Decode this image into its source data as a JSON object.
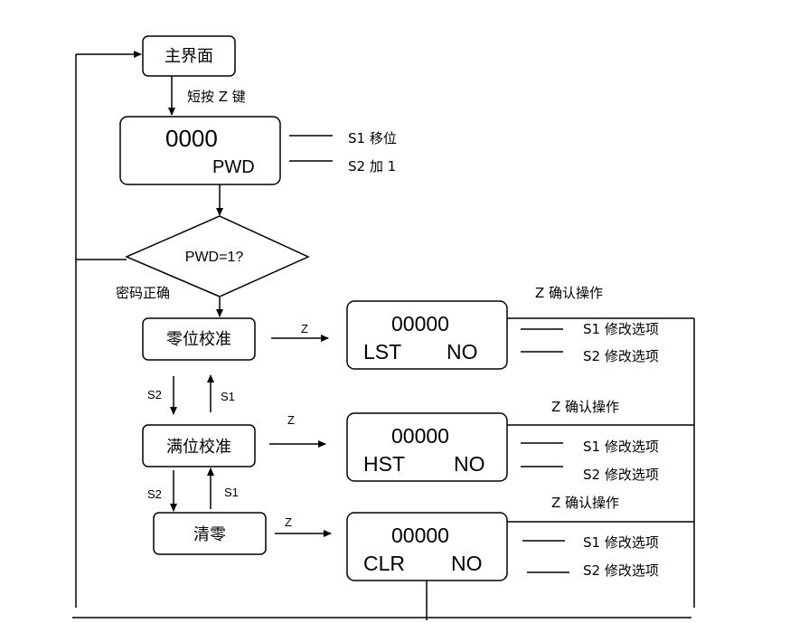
{
  "main_menu": "主界面",
  "short_press": "短按 Z 键",
  "pwd_display": {
    "digits": "0000",
    "label": "PWD"
  },
  "pwd_side": {
    "s1": "S1 移位",
    "s2": "S2 加 1"
  },
  "decision": "PWD=1?",
  "password_correct": "密码正确",
  "states": {
    "zero": "零位校准",
    "full": "满位校准",
    "clear": "清零"
  },
  "nav": {
    "s1": "S1",
    "s2": "S2",
    "z": "Z"
  },
  "screens": [
    {
      "digits": "00000",
      "mode": "LST",
      "value": "NO",
      "confirm": "Z 确认操作",
      "s1": "S1 修改选项",
      "s2": "S2 修改选项"
    },
    {
      "digits": "00000",
      "mode": "HST",
      "value": "NO",
      "confirm": "Z 确认操作",
      "s1": "S1 修改选项",
      "s2": "S2 修改选项"
    },
    {
      "digits": "00000",
      "mode": "CLR",
      "value": "NO",
      "confirm": "Z 确认操作",
      "s1": "S1 修改选项",
      "s2": "S2 修改选项"
    }
  ]
}
